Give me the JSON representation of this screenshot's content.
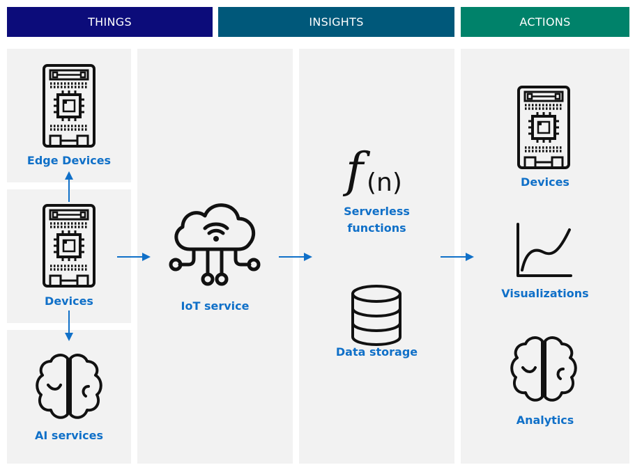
{
  "headers": {
    "things": "THINGS",
    "insights": "INSIGHTS",
    "actions": "ACTIONS"
  },
  "things": {
    "edge_devices": "Edge Devices",
    "devices": "Devices",
    "ai_services": "AI services"
  },
  "iot": {
    "label": "IoT service"
  },
  "insights": {
    "fn_symbol": "f",
    "fn_arg": "(n)",
    "serverless_line1": "Serverless",
    "serverless_line2": "functions",
    "data_storage": "Data storage"
  },
  "actions": {
    "devices": "Devices",
    "visualizations": "Visualizations",
    "analytics": "Analytics"
  },
  "colors": {
    "things_header": "#0c0c7a",
    "insights_header": "#00587a",
    "actions_header": "#00826a",
    "label": "#1070c8",
    "arrow": "#1070c8",
    "panel": "#f2f2f2"
  }
}
